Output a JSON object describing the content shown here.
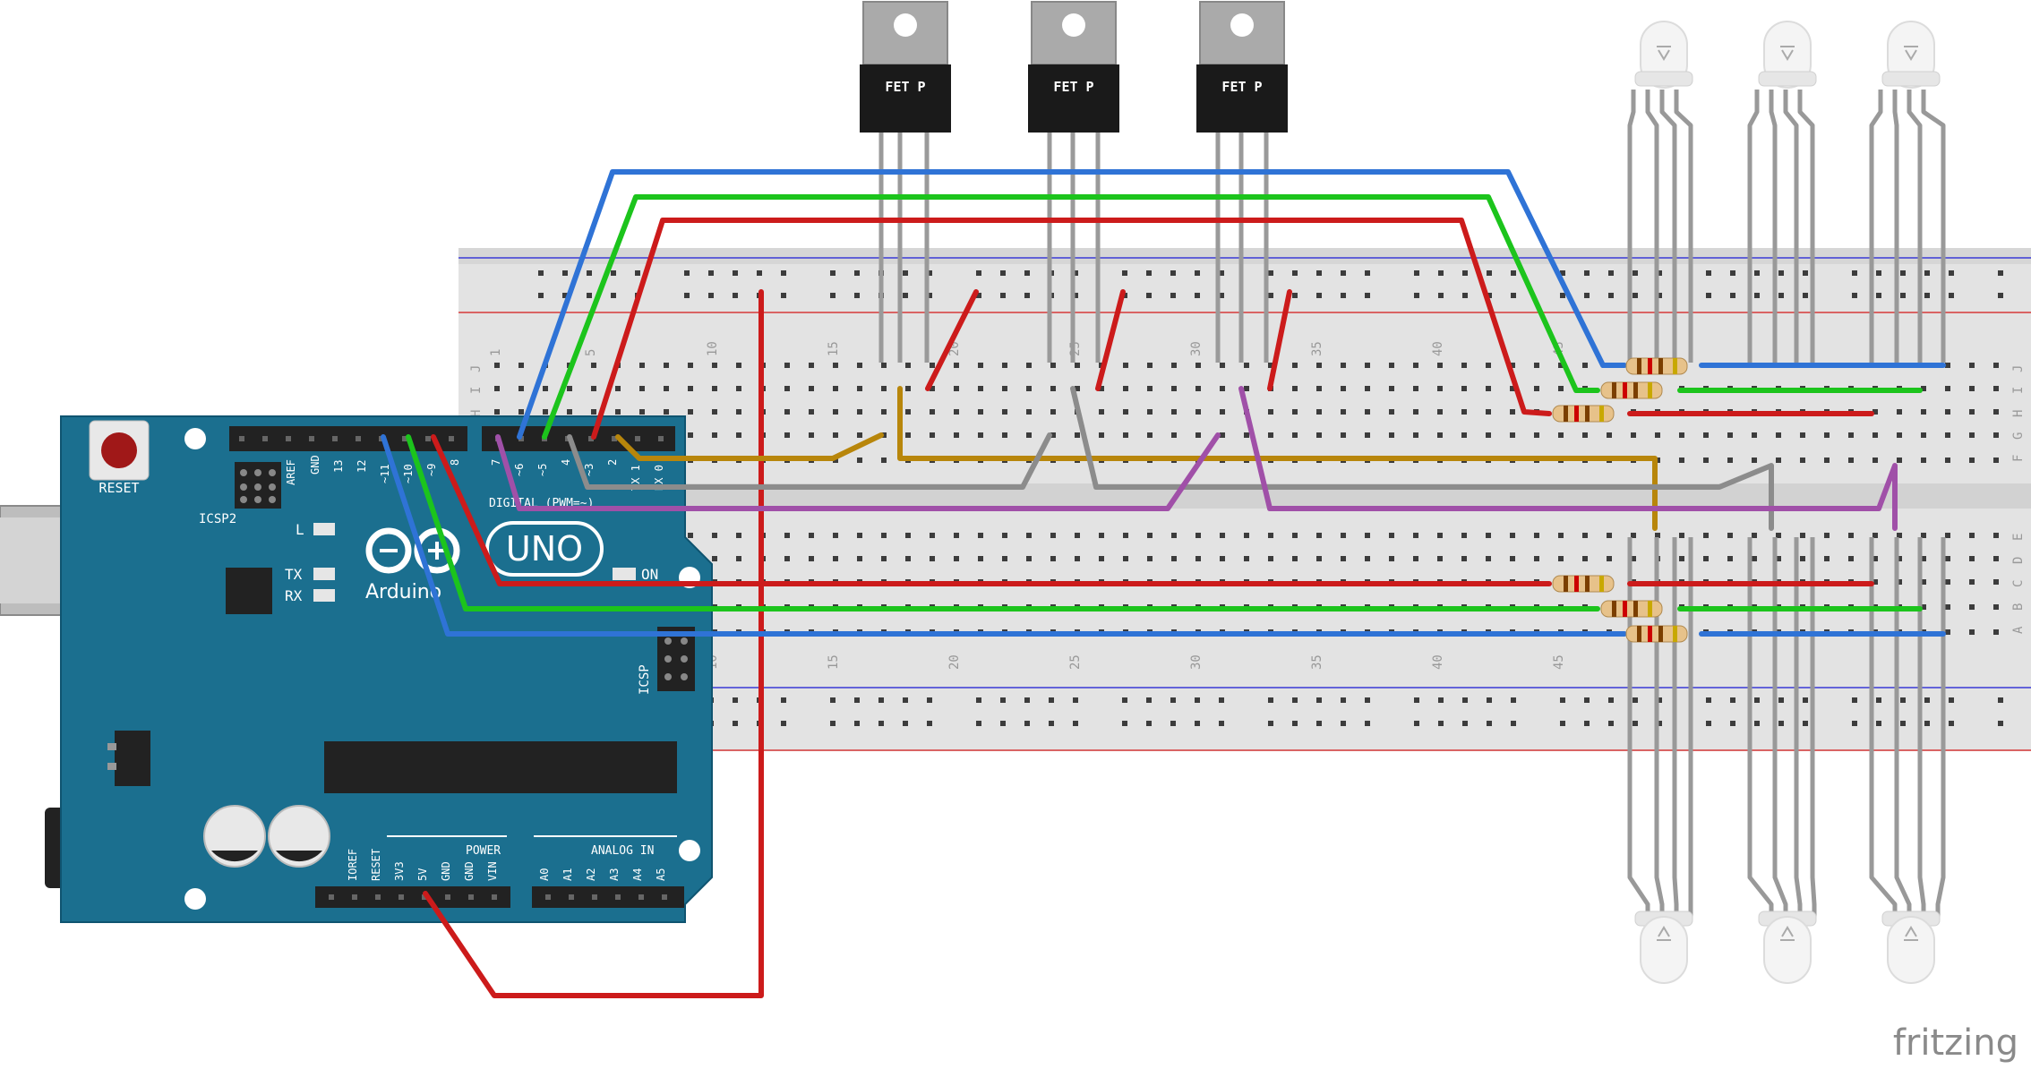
{
  "board": {
    "model": "UNO",
    "brand": "Arduino",
    "reset_label": "RESET",
    "icsp2_label": "ICSP2",
    "icsp_label": "ICSP",
    "led_l": "L",
    "led_tx": "TX",
    "led_rx": "RX",
    "led_on": "ON",
    "digital_label": "DIGITAL (PWM=~)",
    "power_label": "POWER",
    "analog_label": "ANALOG IN",
    "top_header_left": [
      "AREF",
      "GND",
      "13",
      "12",
      "~11",
      "~10",
      "~9",
      "8"
    ],
    "top_header_right": [
      "7",
      "~6",
      "~5",
      "4",
      "~3",
      "2",
      "TX 1",
      "RX 0"
    ],
    "power_pins": [
      "IOREF",
      "RESET",
      "3V3",
      "5V",
      "GND",
      "GND",
      "VIN"
    ],
    "analog_pins": [
      "A0",
      "A1",
      "A2",
      "A3",
      "A4",
      "A5"
    ]
  },
  "transistors": [
    {
      "label": "FET P"
    },
    {
      "label": "FET P"
    },
    {
      "label": "FET P"
    }
  ],
  "breadboard": {
    "top_numbers": [
      "1",
      "5",
      "10",
      "15",
      "20",
      "25",
      "30",
      "35",
      "40",
      "45"
    ],
    "bottom_numbers": [
      "10",
      "15",
      "20",
      "25",
      "30",
      "35",
      "40",
      "45"
    ],
    "upper_rows": [
      "J",
      "I",
      "H",
      "G",
      "F"
    ],
    "lower_rows": [
      "E",
      "D",
      "C",
      "B",
      "A"
    ]
  },
  "watermark": "fritzing",
  "colors": {
    "board": "#1b6f8f",
    "wire_red": "#cc1b1b",
    "wire_green": "#1cc41c",
    "wire_blue": "#2f73d6",
    "wire_brown": "#b8860b",
    "wire_gray": "#8c8c8c",
    "wire_purple": "#a050a8",
    "breadboard": "#e6e6e6"
  }
}
